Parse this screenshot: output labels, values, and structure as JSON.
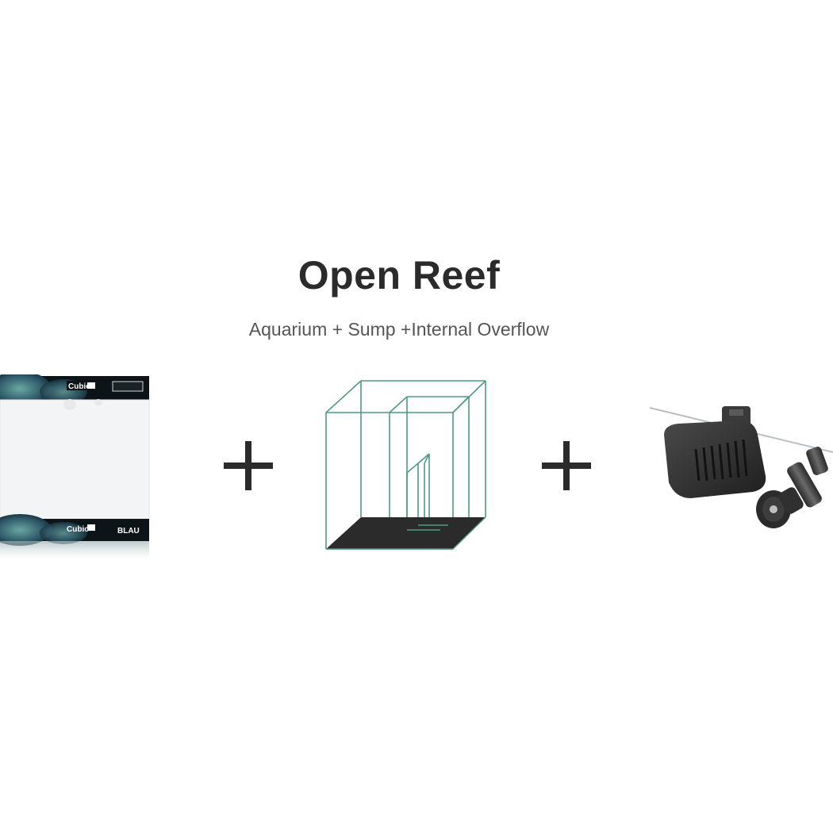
{
  "page": {
    "title": "Open Reef",
    "subtitle": "Aquarium + Sump +Internal Overflow"
  },
  "products": {
    "aquarium": {
      "icon": "aquarium-tank-icon",
      "label_top": "Cubic",
      "label_bottom": "Cubic",
      "brand": "BLAU"
    },
    "sump": {
      "icon": "sump-wireframe-icon"
    },
    "overflow": {
      "icon": "internal-overflow-box-icon"
    }
  },
  "separators": {
    "plus_1": "plus-icon",
    "plus_2": "plus-icon"
  },
  "colors": {
    "title": "#2b2b2b",
    "subtitle": "#555555",
    "sump_outline": "#4e9a82",
    "sump_floor": "#2b2b2b",
    "overflow_body": "#333333"
  }
}
